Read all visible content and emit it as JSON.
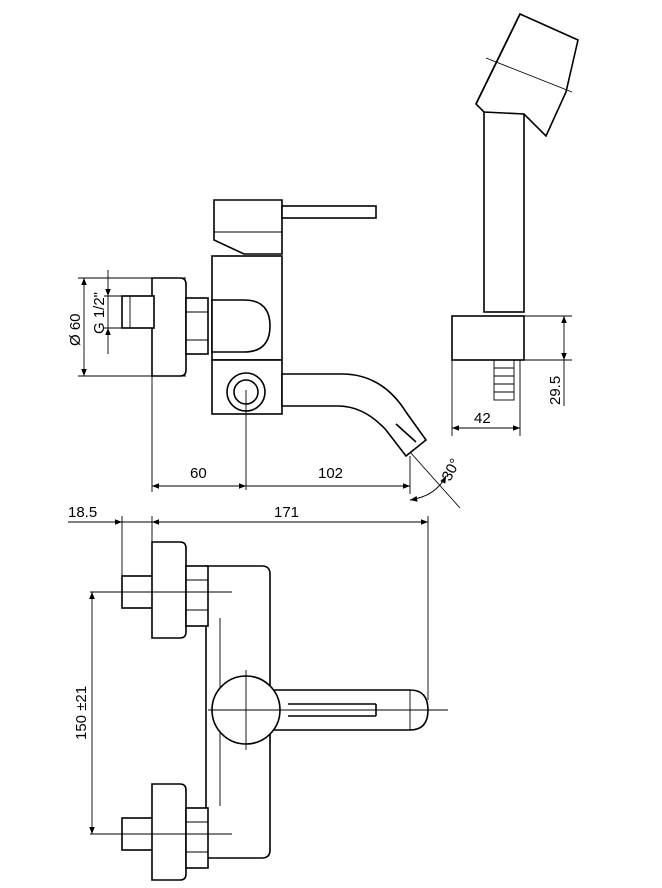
{
  "dimensions": {
    "diameter_60": "Ø 60",
    "thread": "G 1/2\"",
    "offset_60": "60",
    "spout_102": "102",
    "angle_30": "30°",
    "width_18_5": "18.5",
    "width_171": "171",
    "height_29_5": "29.5",
    "width_42": "42",
    "centers_150": "150 ±21"
  },
  "colors": {
    "line": "#000000",
    "background": "#ffffff"
  }
}
